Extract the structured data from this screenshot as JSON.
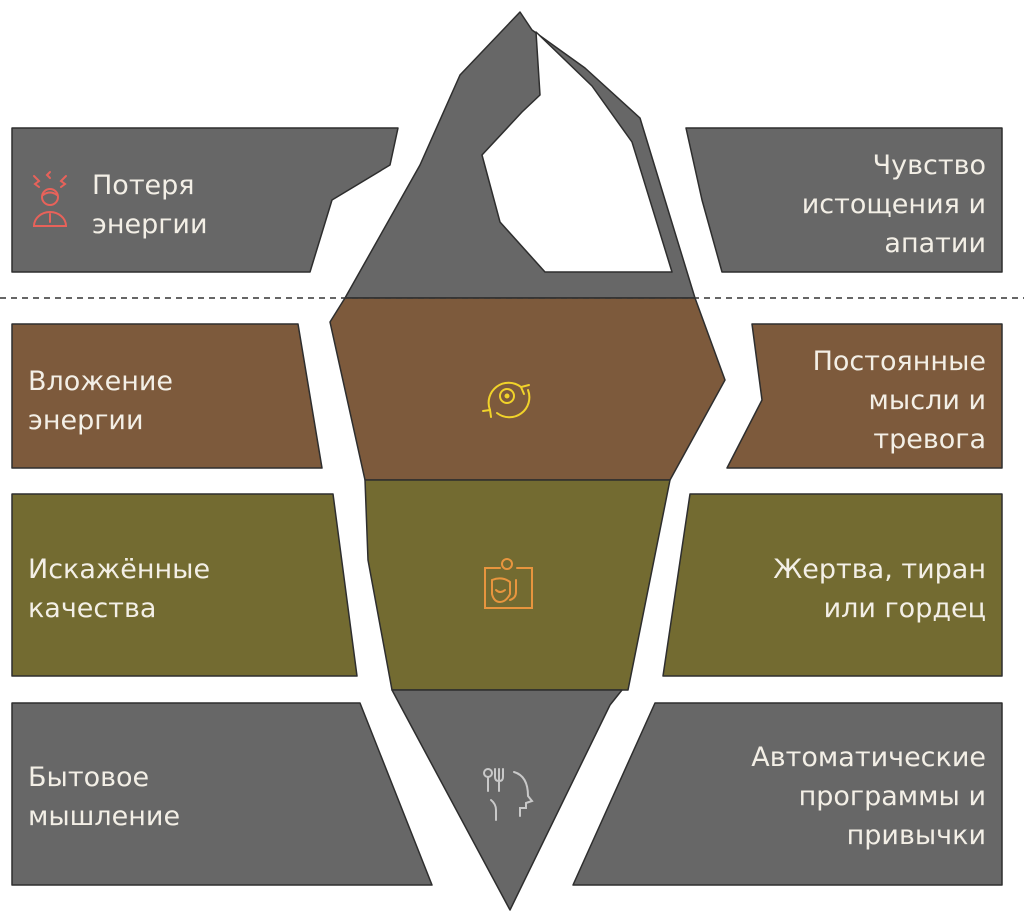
{
  "title_hidden": null,
  "colors": {
    "gray": "#676767",
    "brown": "#7d5a3c",
    "olive": "#736b31",
    "text": "#f3efe6",
    "outline": "#2e2e2e"
  },
  "levels": [
    {
      "left": "Потеря\nэнергии",
      "right": "Чувство\nистощения и\nапатии",
      "icon": "stressed-person-icon"
    },
    {
      "left": "Вложение\nэнергии",
      "right": "Постоянные\nмысли и\nтревога",
      "icon": "cycle-gear-icon"
    },
    {
      "left": "Искажённые\nкачества",
      "right": "Жертва, тиран\nили гордец",
      "icon": "mask-badge-icon"
    },
    {
      "left": "Бытовое\nмышление",
      "right": "Автоматические\nпрограммы и\nпривычки",
      "icon": "head-utensils-icon"
    }
  ]
}
